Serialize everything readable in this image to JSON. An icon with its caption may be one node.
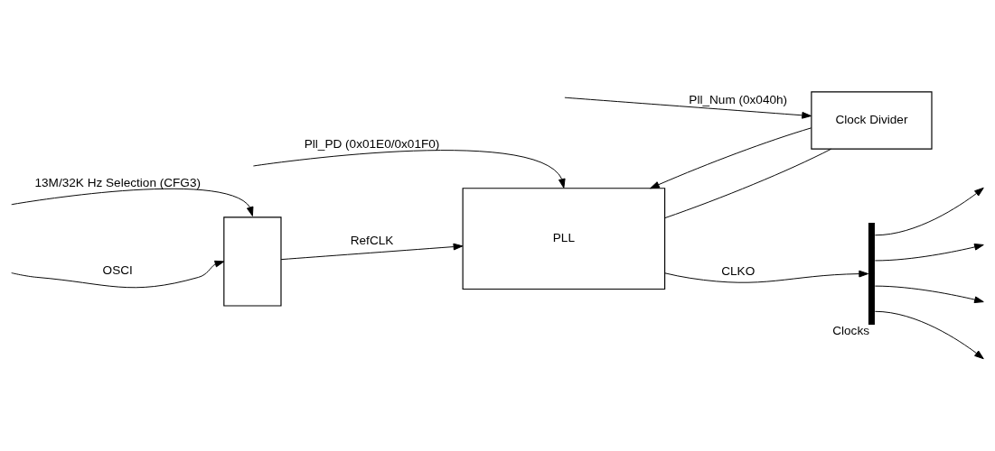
{
  "diagram": {
    "nodes": [
      {
        "text": [],
        "shape": "box"
      },
      {
        "text": [
          "PLL"
        ]
      },
      {
        "text": [
          "Clock Divider"
        ]
      },
      {
        "text": [],
        "shape": "bar",
        "beside": [
          "Clocks"
        ]
      }
    ],
    "edges": [
      {
        "from": null,
        "to": 0,
        "arrow": "to",
        "label": "13M/32K Hz Selection (CFG3)"
      },
      {
        "from": null,
        "to": 0,
        "arrow": "to",
        "label": "OSCI"
      },
      {
        "from": 0,
        "to": 1,
        "arrow": "to",
        "label": "RefCLK"
      },
      {
        "from": null,
        "to": 1,
        "arrow": "to",
        "label": "Pll_PD (0x01E0/0x01F0)"
      },
      {
        "from": 1,
        "to": 3,
        "arrow": "to",
        "label": "CLKO"
      },
      {
        "from": 1,
        "to": 2,
        "arrow": "none"
      },
      {
        "from": 2,
        "to": 1,
        "arrow": "to"
      },
      {
        "from": null,
        "to": 2,
        "arrow": "to",
        "label": "Pll_Num (0x040h)"
      },
      {
        "from": 3,
        "to": null,
        "arrow": "to"
      },
      {
        "from": 3,
        "to": null,
        "arrow": "to"
      },
      {
        "from": 3,
        "to": null,
        "arrow": "to"
      },
      {
        "from": 3,
        "to": null,
        "arrow": "to"
      }
    ]
  }
}
